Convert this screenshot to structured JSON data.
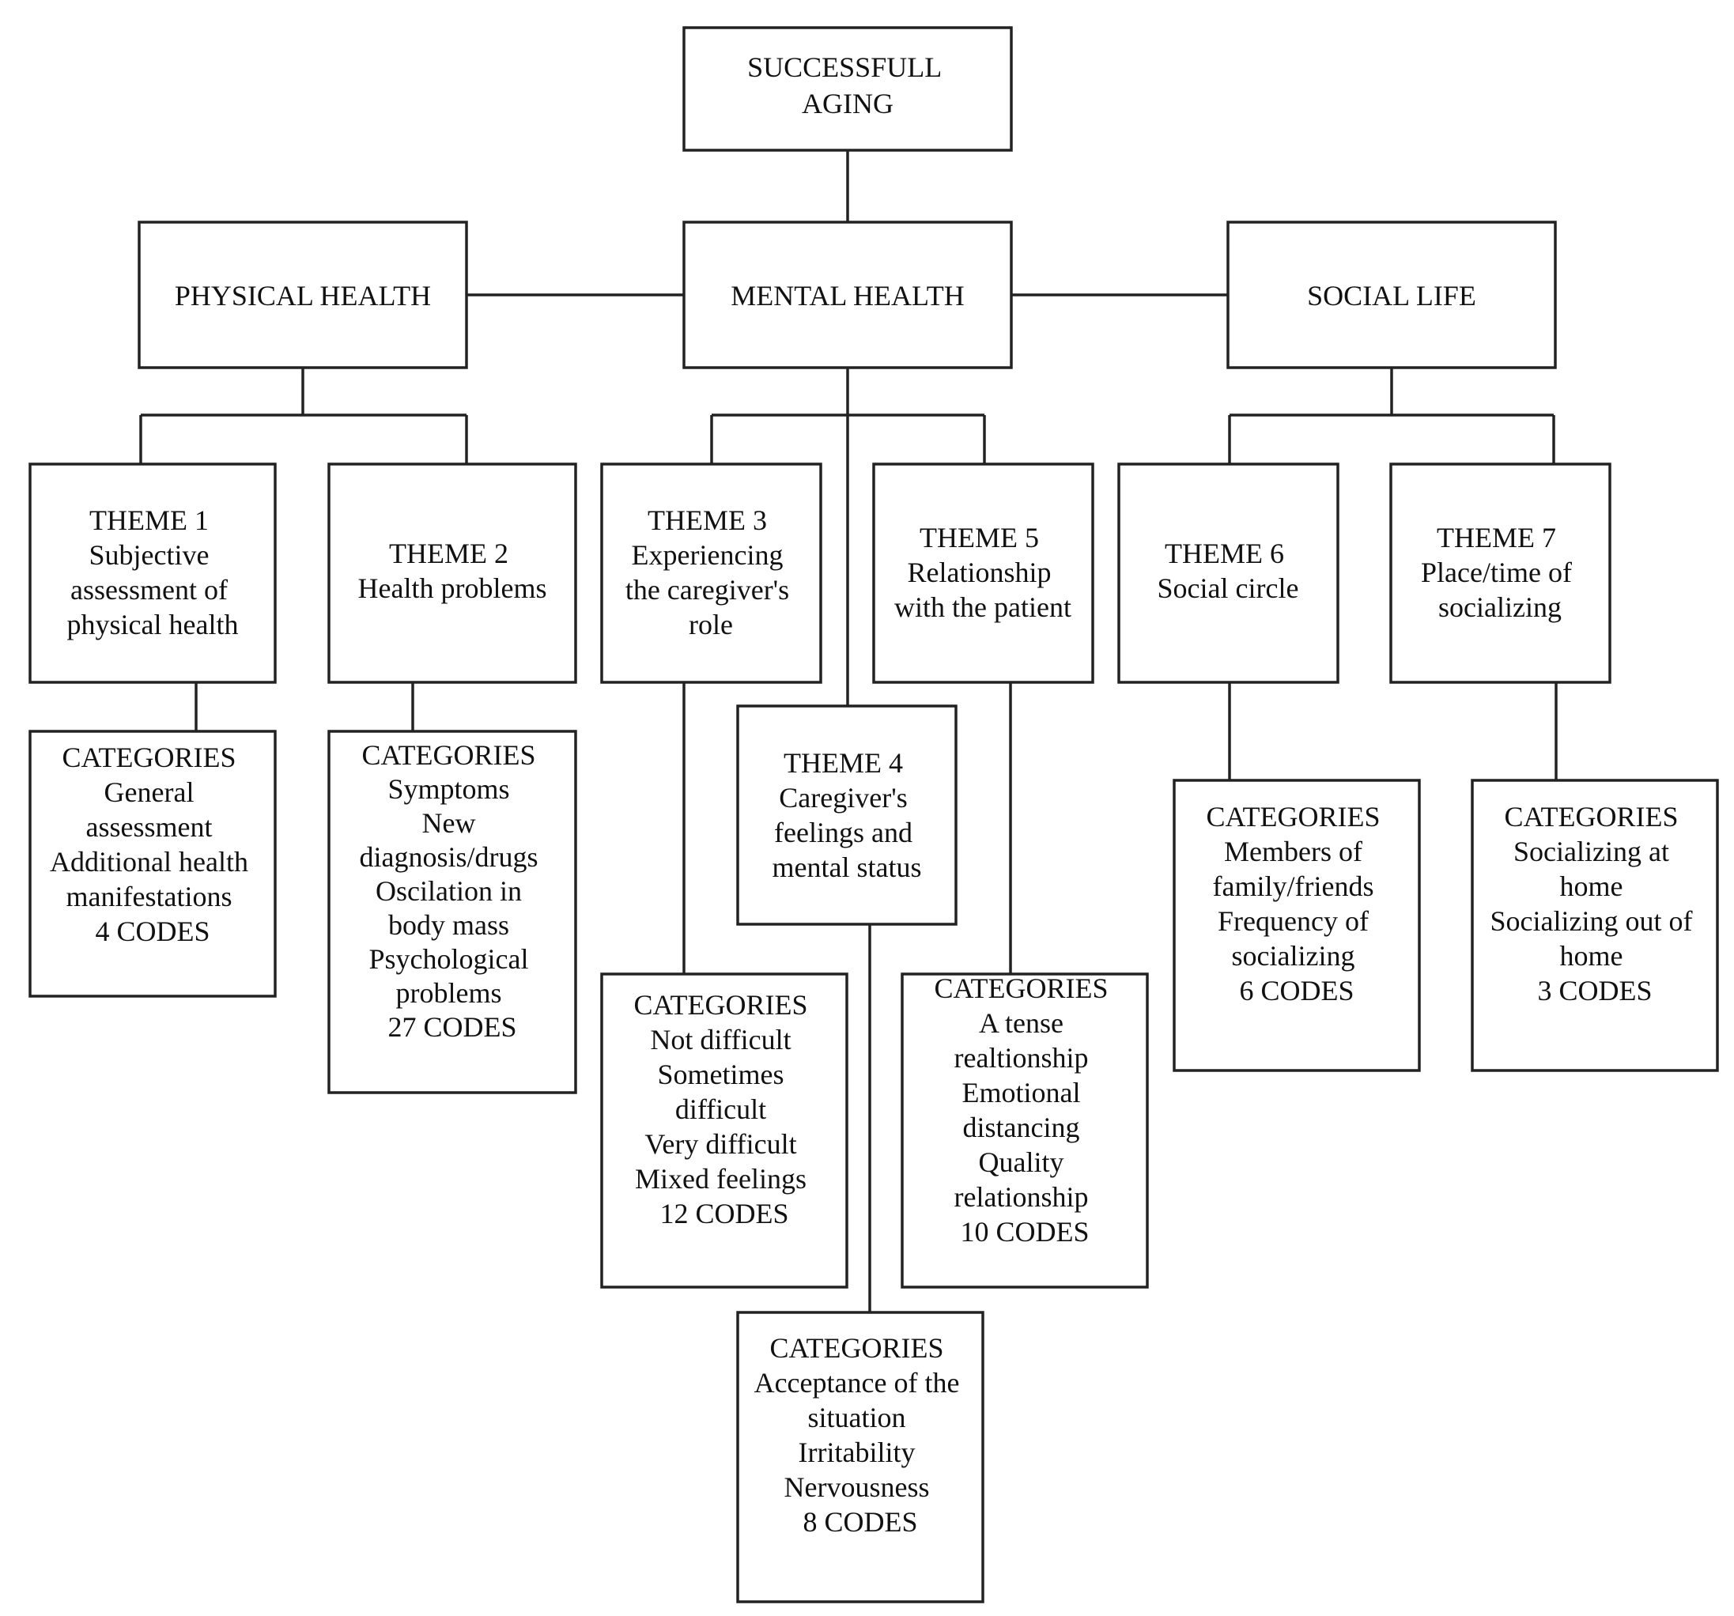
{
  "root": {
    "lines": [
      "SUCCESSFULL",
      "AGING"
    ]
  },
  "domains": {
    "physical": {
      "label": "PHYSICAL HEALTH"
    },
    "mental": {
      "label": "MENTAL HEALTH"
    },
    "social": {
      "label": "SOCIAL LIFE"
    }
  },
  "themes": [
    {
      "lines": [
        "THEME 1",
        "Subjective",
        "assessment of",
        "physical health"
      ]
    },
    {
      "lines": [
        "THEME 2",
        "Health problems"
      ]
    },
    {
      "lines": [
        "THEME 3",
        "Experiencing",
        "the caregiver's",
        "role"
      ]
    },
    {
      "lines": [
        "THEME 4",
        "Caregiver's",
        "feelings and",
        "mental status"
      ]
    },
    {
      "lines": [
        "THEME 5",
        "Relationship",
        "with the patient"
      ]
    },
    {
      "lines": [
        "THEME 6",
        "Social circle"
      ]
    },
    {
      "lines": [
        "THEME 7",
        "Place/time of",
        "socializing"
      ]
    }
  ],
  "categories": [
    {
      "lines": [
        "CATEGORIES",
        "General",
        "assessment",
        "Additional health",
        "manifestations",
        "",
        "4 CODES"
      ]
    },
    {
      "lines": [
        "CATEGORIES",
        "Symptoms",
        "New",
        "diagnosis/drugs",
        "Oscilation in",
        "body mass",
        "Psychological",
        "problems",
        "",
        "27 CODES"
      ]
    },
    {
      "lines": [
        "CATEGORIES",
        "Not difficult",
        "Sometimes",
        "difficult",
        "Very difficult",
        "Mixed feelings",
        "",
        "12 CODES"
      ]
    },
    {
      "lines": [
        "CATEGORIES",
        "Acceptance of the",
        "situation",
        "Irritability",
        "Nervousness",
        "",
        "8 CODES"
      ]
    },
    {
      "lines": [
        "CATEGORIES",
        "A tense",
        "realtionship",
        "Emotional",
        "distancing",
        "Quality",
        "relationship",
        "",
        "10 CODES"
      ]
    },
    {
      "lines": [
        "CATEGORIES",
        "Members of",
        "family/friends",
        "Frequency of",
        "socializing",
        "",
        "6 CODES"
      ]
    },
    {
      "lines": [
        "CATEGORIES",
        "Socializing at",
        "home",
        "Socializing out of",
        "home",
        "",
        "3 CODES"
      ]
    }
  ]
}
